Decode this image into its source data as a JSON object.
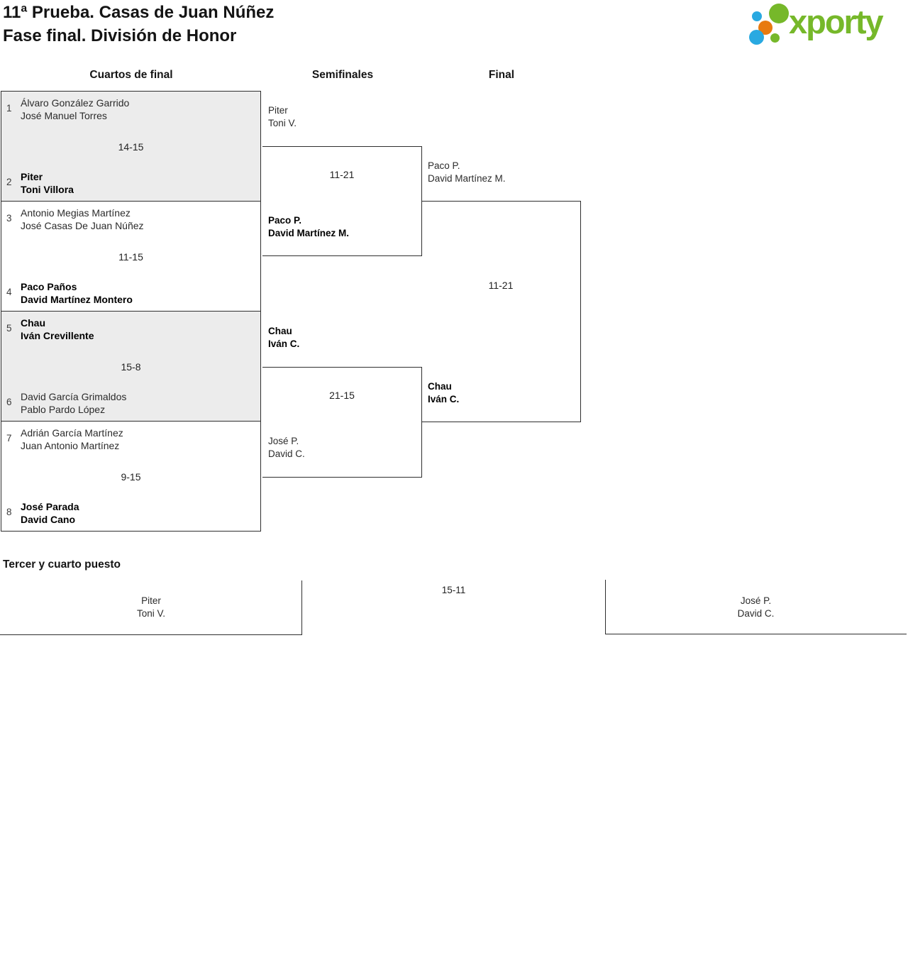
{
  "header": {
    "title_line1": "11ª Prueba. Casas de Juan Núñez",
    "title_line2": "Fase final. División de Honor",
    "logo_text": "xporty"
  },
  "columns": {
    "quarterfinals": "Cuartos de final",
    "semifinals": "Semifinales",
    "final": "Final"
  },
  "quarterfinals": [
    {
      "score": "14-15",
      "top": {
        "seed": "1",
        "line1": "Álvaro González Garrido",
        "line2": "José Manuel Torres",
        "winner": false
      },
      "bottom": {
        "seed": "2",
        "line1": "Piter",
        "line2": "Toni Villora",
        "winner": true
      }
    },
    {
      "score": "11-15",
      "top": {
        "seed": "3",
        "line1": "Antonio Megias Martínez",
        "line2": "José Casas De Juan Núñez",
        "winner": false
      },
      "bottom": {
        "seed": "4",
        "line1": "Paco Paños",
        "line2": "David Martínez Montero",
        "winner": true
      }
    },
    {
      "score": "15-8",
      "top": {
        "seed": "5",
        "line1": "Chau",
        "line2": "Iván Crevillente",
        "winner": true
      },
      "bottom": {
        "seed": "6",
        "line1": "David García Grimaldos",
        "line2": "Pablo Pardo López",
        "winner": false
      }
    },
    {
      "score": "9-15",
      "top": {
        "seed": "7",
        "line1": "Adrián García Martínez",
        "line2": "Juan Antonio Martínez",
        "winner": false
      },
      "bottom": {
        "seed": "8",
        "line1": "José Parada",
        "line2": "David Cano",
        "winner": true
      }
    }
  ],
  "semifinals": [
    {
      "score": "11-21",
      "top": {
        "line1": "Piter",
        "line2": "Toni V.",
        "winner": false
      },
      "bottom": {
        "line1": "Paco P.",
        "line2": "David Martínez M.",
        "winner": true
      }
    },
    {
      "score": "21-15",
      "top": {
        "line1": "Chau",
        "line2": "Iván C.",
        "winner": true
      },
      "bottom": {
        "line1": "José P.",
        "line2": "David C.",
        "winner": false
      }
    }
  ],
  "final": {
    "score": "11-21",
    "top": {
      "line1": "Paco P.",
      "line2": "David Martínez M.",
      "winner": false
    },
    "bottom": {
      "line1": "Chau",
      "line2": "Iván C.",
      "winner": true
    }
  },
  "third_place": {
    "heading": "Tercer y cuarto puesto",
    "score": "15-11",
    "left": {
      "line1": "Piter",
      "line2": "Toni V."
    },
    "right": {
      "line1": "José P.",
      "line2": "David C."
    }
  },
  "colors": {
    "brand_green": "#76b82a",
    "brand_blue": "#29a9e1",
    "brand_orange": "#e87a10",
    "box_gray": "#ececec",
    "line": "#2e2e2e"
  }
}
